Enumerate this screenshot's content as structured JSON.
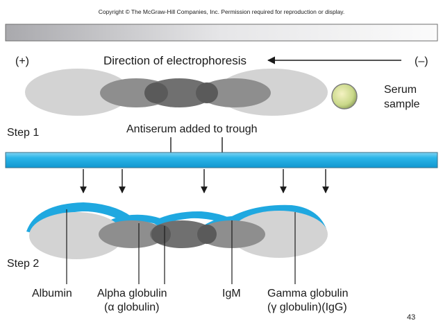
{
  "copyright": "Copyright © The McGraw-Hill Companies, Inc. Permission required for reproduction or display.",
  "direction": {
    "positive": "(+)",
    "label": "Direction of electrophoresis",
    "negative": "(–)"
  },
  "serum_sample": {
    "line1": "Serum",
    "line2": "sample"
  },
  "step1": {
    "label": "Step 1",
    "antiserum_label": "Antiserum added to trough"
  },
  "step2": {
    "label": "Step 2"
  },
  "proteins": {
    "albumin": "Albumin",
    "alpha_line1": "Alpha globulin",
    "alpha_line2": "(α globulin)",
    "igm": "IgM",
    "gamma_line1": "Gamma globulin",
    "gamma_line2": "(γ globulin)(IgG)"
  },
  "slide_number": "43",
  "colors": {
    "trough": "#29b3e6",
    "precipitin_arc": "#1fa8e0",
    "band_light": "#d2d2d2",
    "band_mid": "#8d8d8d",
    "band_dark": "#5c5c5c",
    "serum_sample": "#d2dd96"
  }
}
